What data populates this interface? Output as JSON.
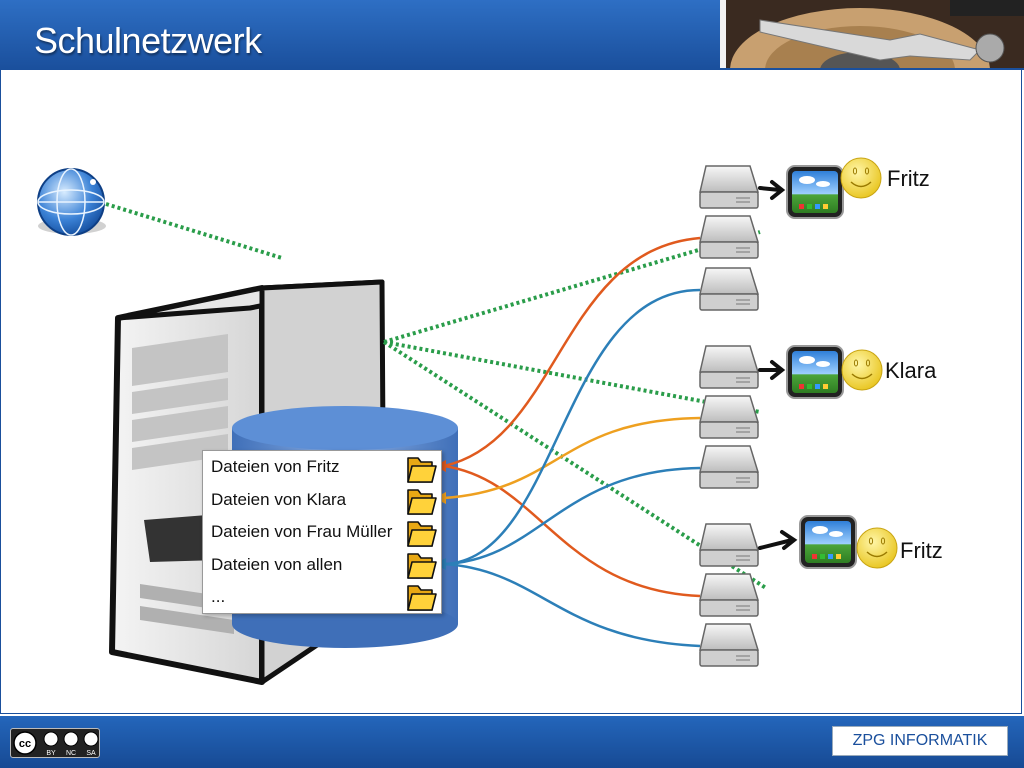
{
  "header": {
    "title": "Schulnetzwerk"
  },
  "file_list": {
    "items": [
      "Dateien von Fritz",
      "Dateien von Klara",
      "Dateien von Frau Müller",
      "Dateien von allen",
      "..."
    ]
  },
  "users": [
    "Fritz",
    "Klara",
    "Fritz"
  ],
  "footer": {
    "license": {
      "symbol": "cc",
      "terms": [
        "BY",
        "NC",
        "SA"
      ]
    },
    "brand": "ZPG INFORMATIK"
  },
  "colors": {
    "header_blue": "#1a4f9c",
    "link_red": "#e05a1e",
    "link_orange": "#eea020",
    "link_blue": "#2c7fb8",
    "network_green": "#2a9d4a"
  }
}
